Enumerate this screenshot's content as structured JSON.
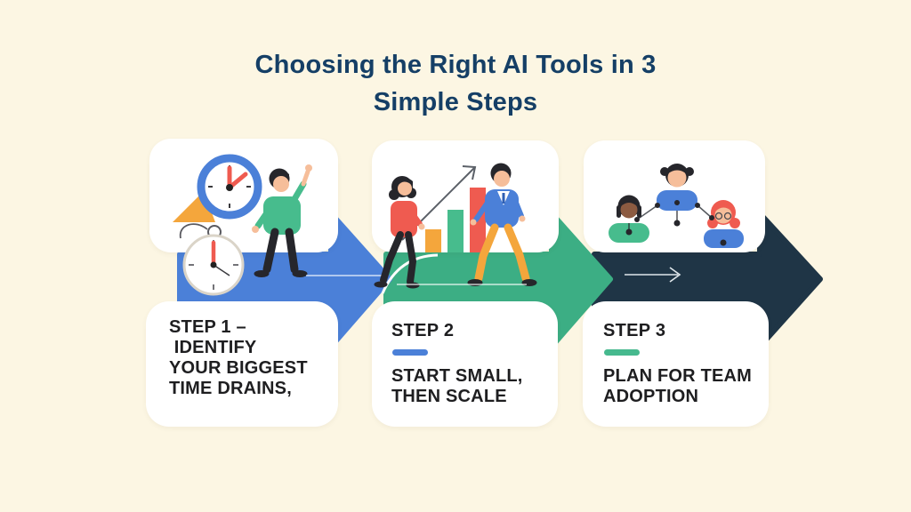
{
  "background_color": "#FCF6E3",
  "card_color": "#FFFFFF",
  "text_color": "#1E1E20",
  "title": {
    "line1": "Choosing the Right AI Tools in 3",
    "line2": "Simple Steps",
    "color": "#153F66"
  },
  "steps": [
    {
      "name": "Step 1",
      "arrow_color": "#4B80D8",
      "lines": [
        "STEP 1 –",
        " IDENTIFY",
        "YOUR BIGGEST",
        "TIME DRAINS,"
      ],
      "illustration": {
        "description": "person waving next to a wall clock, orange triangle and stopwatch",
        "icons": [
          "wall-clock-icon",
          "orange-triangle-icon",
          "stopwatch-icon",
          "waving-person-illustration"
        ]
      }
    },
    {
      "name": "Step 2",
      "heading": "STEP 2",
      "arrow_color": "#3CAE84",
      "divider_color": "#4B80D8",
      "lines": [
        "START SMALL,",
        "THEN SCALE"
      ],
      "illustration": {
        "description": "two people walking past a rising bar chart with a growth arrow",
        "icons": [
          "growth-arrow-icon",
          "bar-chart-icon",
          "walking-woman-illustration",
          "walking-man-illustration"
        ]
      }
    },
    {
      "name": "Step 3",
      "heading": "STEP 3",
      "arrow_color": "#1F3546",
      "divider_color": "#46B98E",
      "lines": [
        "PLAN FOR TEAM",
        "ADOPTION"
      ],
      "illustration": {
        "description": "three team members connected in a network with a small white direction arrow",
        "icons": [
          "team-network-icon",
          "person-avatar-left",
          "person-avatar-center",
          "person-avatar-right",
          "direction-arrow-icon"
        ]
      }
    }
  ],
  "palette": {
    "orange": "#F4A63C",
    "coral_red": "#EF5B50",
    "green": "#47BC8D",
    "blue": "#4B80D8",
    "navy": "#1F3546",
    "skin_light": "#F6BE9A",
    "skin_dark": "#8C5B41",
    "ink": "#26262B"
  }
}
